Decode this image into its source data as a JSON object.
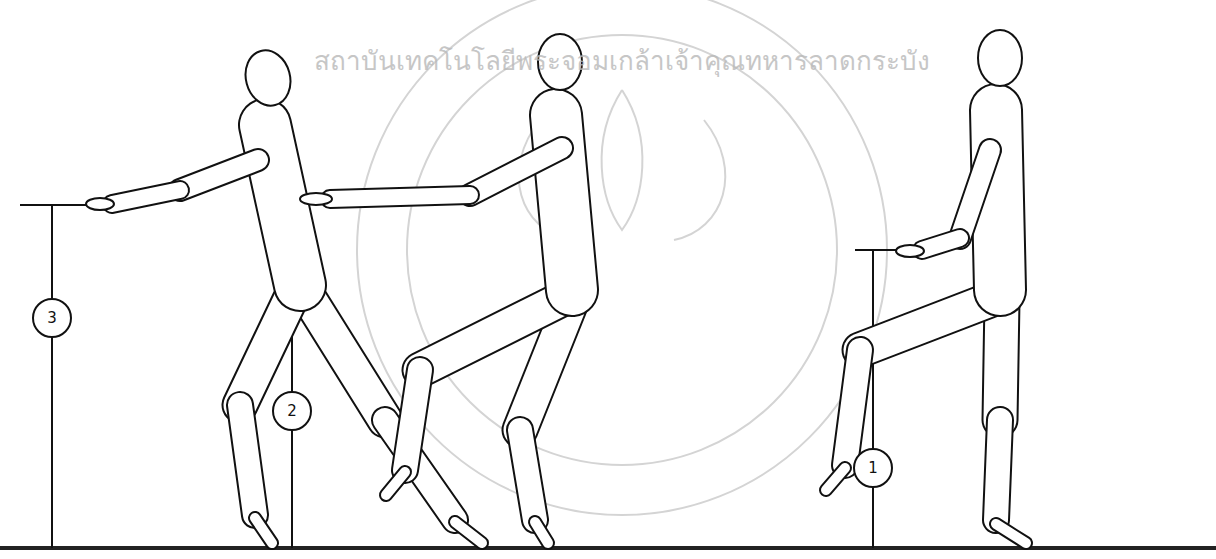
{
  "diagram": {
    "nodes": [
      {
        "text": [
          "3"
        ]
      },
      {
        "text": [
          "2"
        ]
      },
      {
        "text": [
          "1"
        ]
      }
    ],
    "labels": [
      "สถาบันเทคโนโลยีพระจอมเกล้าเจ้าคุณทหารลาดกระบัง"
    ]
  }
}
